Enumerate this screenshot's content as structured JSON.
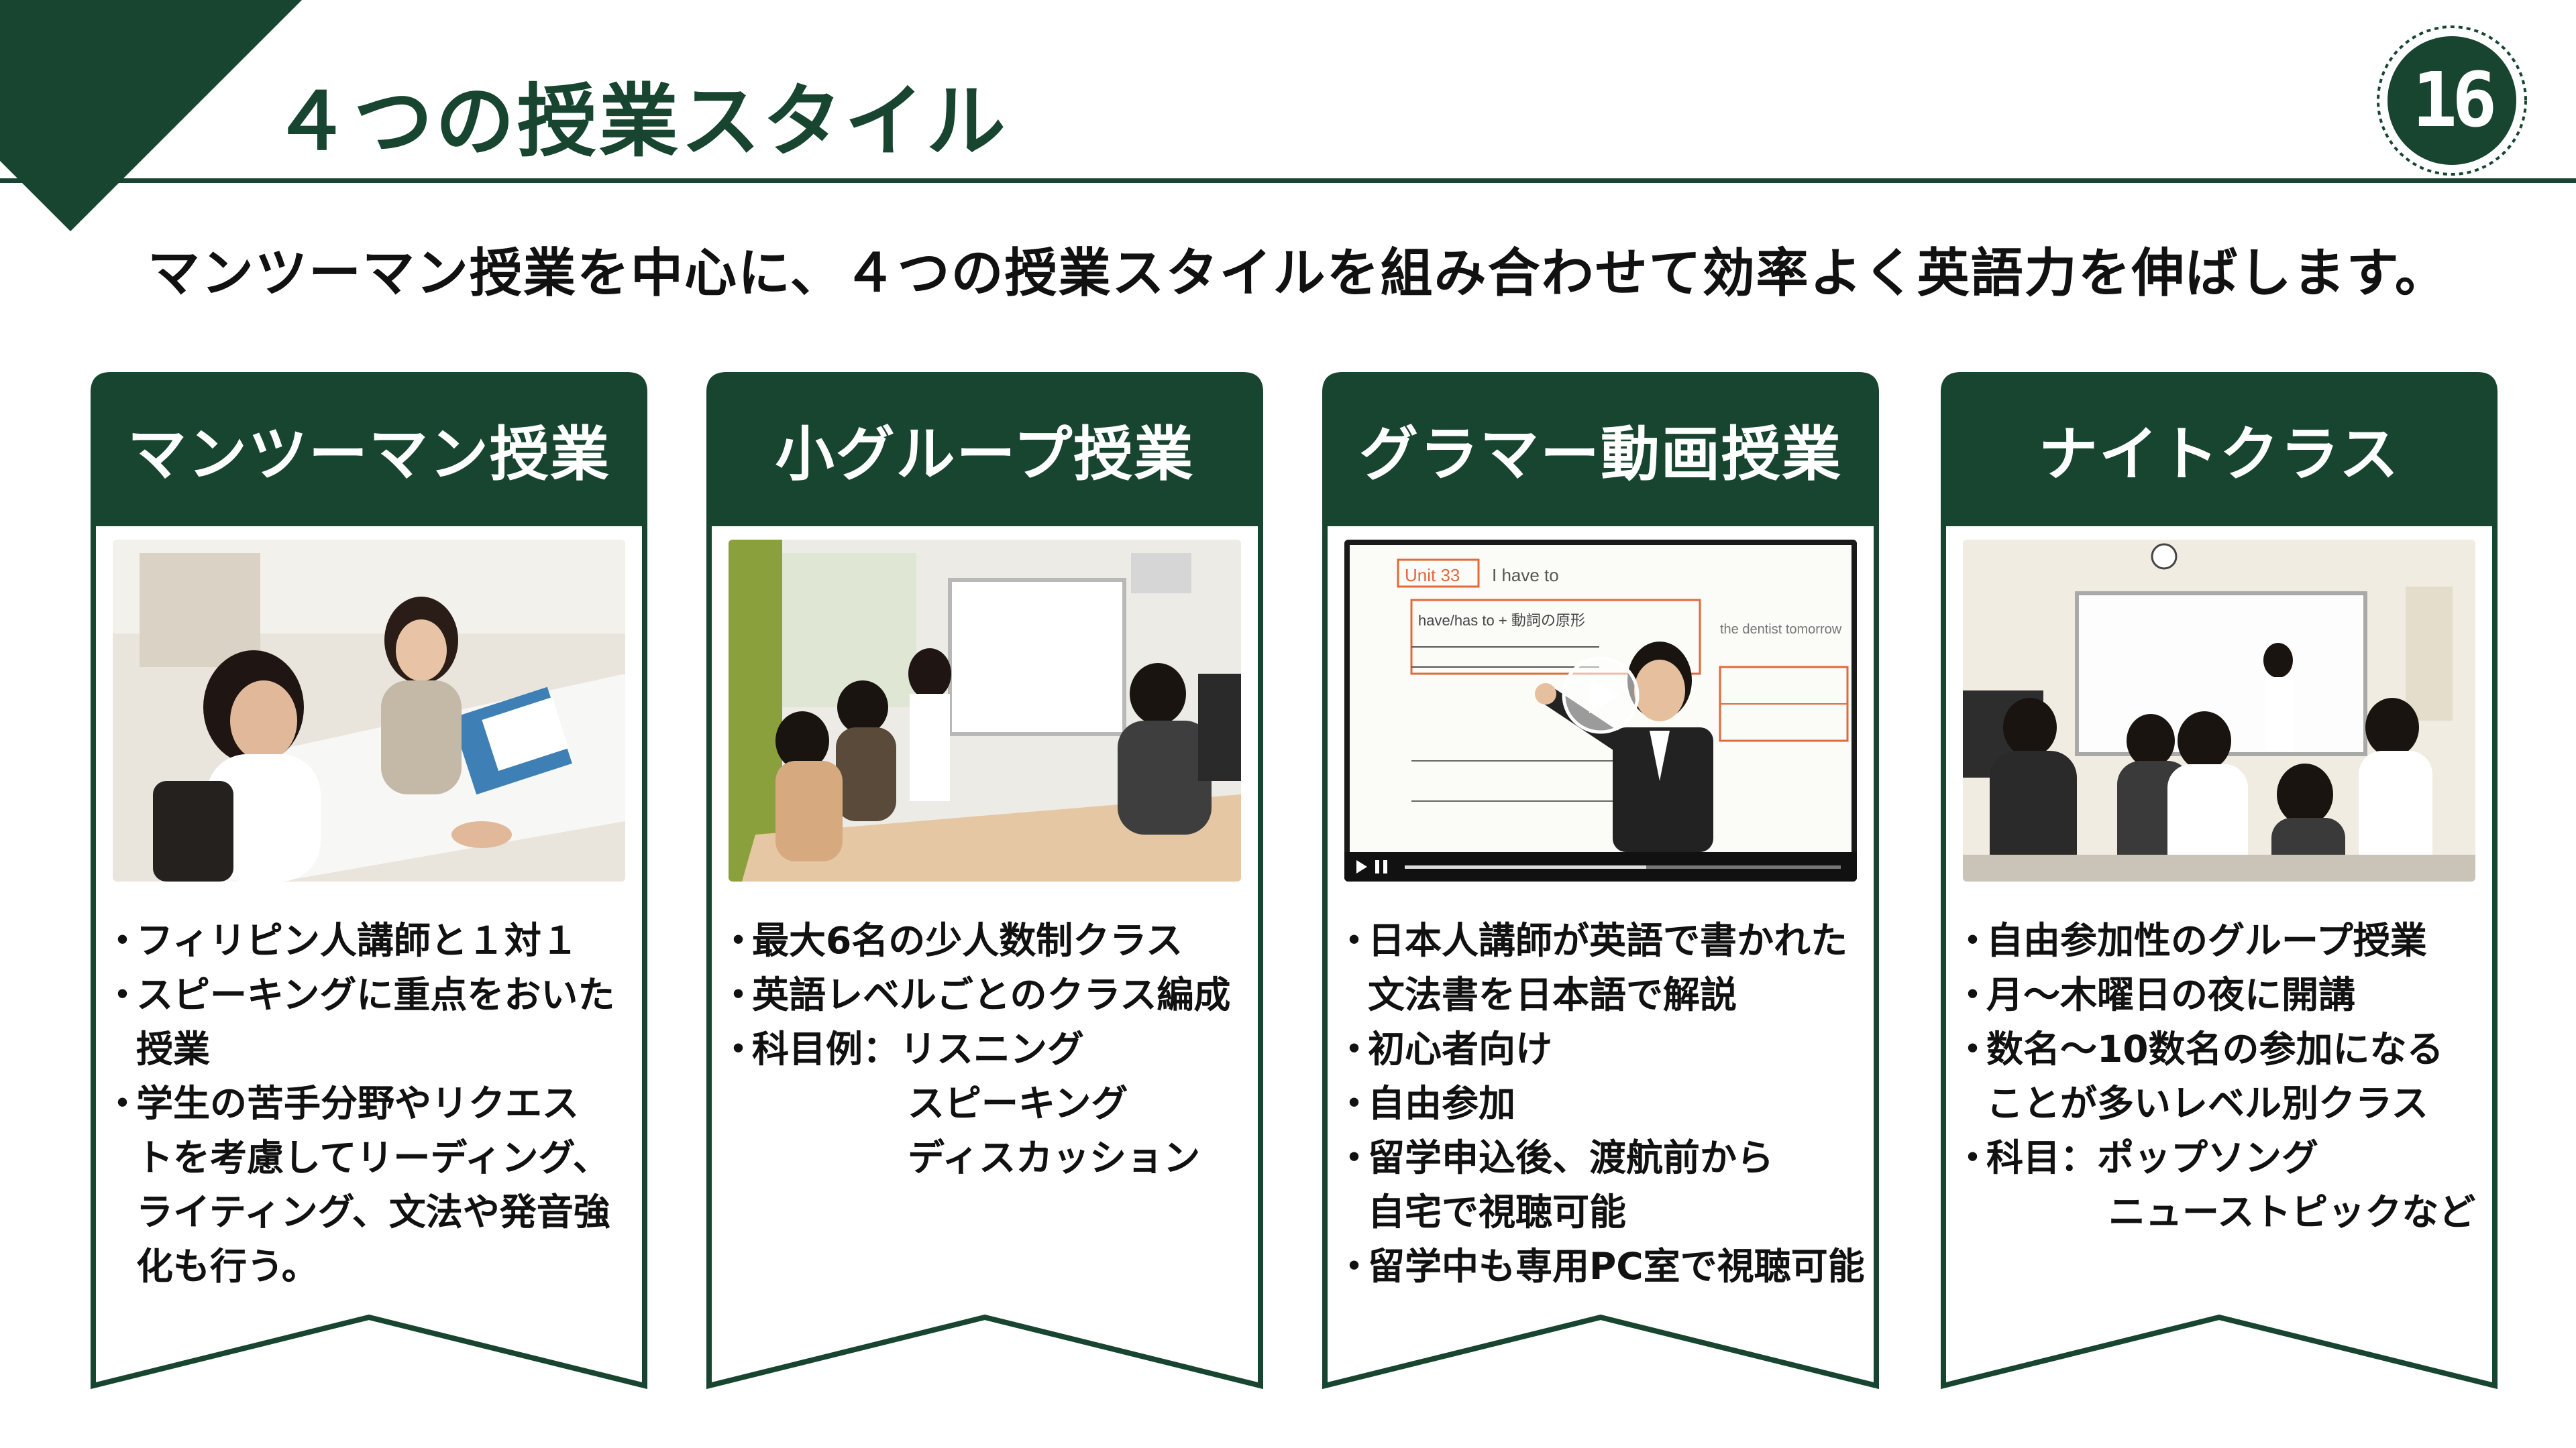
{
  "header": {
    "title": "４つの授業スタイル",
    "page_number": "16"
  },
  "subtitle": "マンツーマン授業を中心に、４つの授業スタイルを組み合わせて効率よく英語力を伸ばします。",
  "colors": {
    "primary": "#174530",
    "text": "#111111",
    "background": "#ffffff"
  },
  "cards": [
    {
      "title": "マンツーマン授業",
      "photo": "one-to-one-lesson-photo",
      "bullets": [
        "フィリピン人講師と１対１",
        "スピーキングに重点をおいた\n授業",
        "学生の苦手分野やリクエス\nトを考慮してリーディング、\nライティング、文法や発音強\n化も行う。"
      ]
    },
    {
      "title": "小グループ授業",
      "photo": "group-lesson-photo",
      "bullets": [
        "最大6名の少人数制クラス",
        "英語レベルごとのクラス編成",
        "科目例：リスニング"
      ],
      "continuation": [
        "スピーキング",
        "ディスカッション"
      ]
    },
    {
      "title": "グラマー動画授業",
      "photo": "grammar-video-thumbnail",
      "video": {
        "unit_label": "Unit 33",
        "board_heading": "I have to",
        "board_line": "have/has to + 動詞の原形",
        "board_note": "the dentist tomorrow"
      },
      "bullets": [
        "日本人講師が英語で書かれた\n文法書を日本語で解説",
        "初心者向け",
        "自由参加",
        "留学申込後、渡航前から\n自宅で視聴可能",
        "留学中も専用PC室で視聴可能"
      ]
    },
    {
      "title": "ナイトクラス",
      "photo": "night-class-photo",
      "bullets": [
        "自由参加性のグループ授業",
        "月～木曜日の夜に開講",
        "数名～10数名の参加になる\nことが多いレベル別クラス",
        "科目：ポップソング"
      ],
      "continuation": [
        "ニューストピックなど"
      ]
    }
  ]
}
